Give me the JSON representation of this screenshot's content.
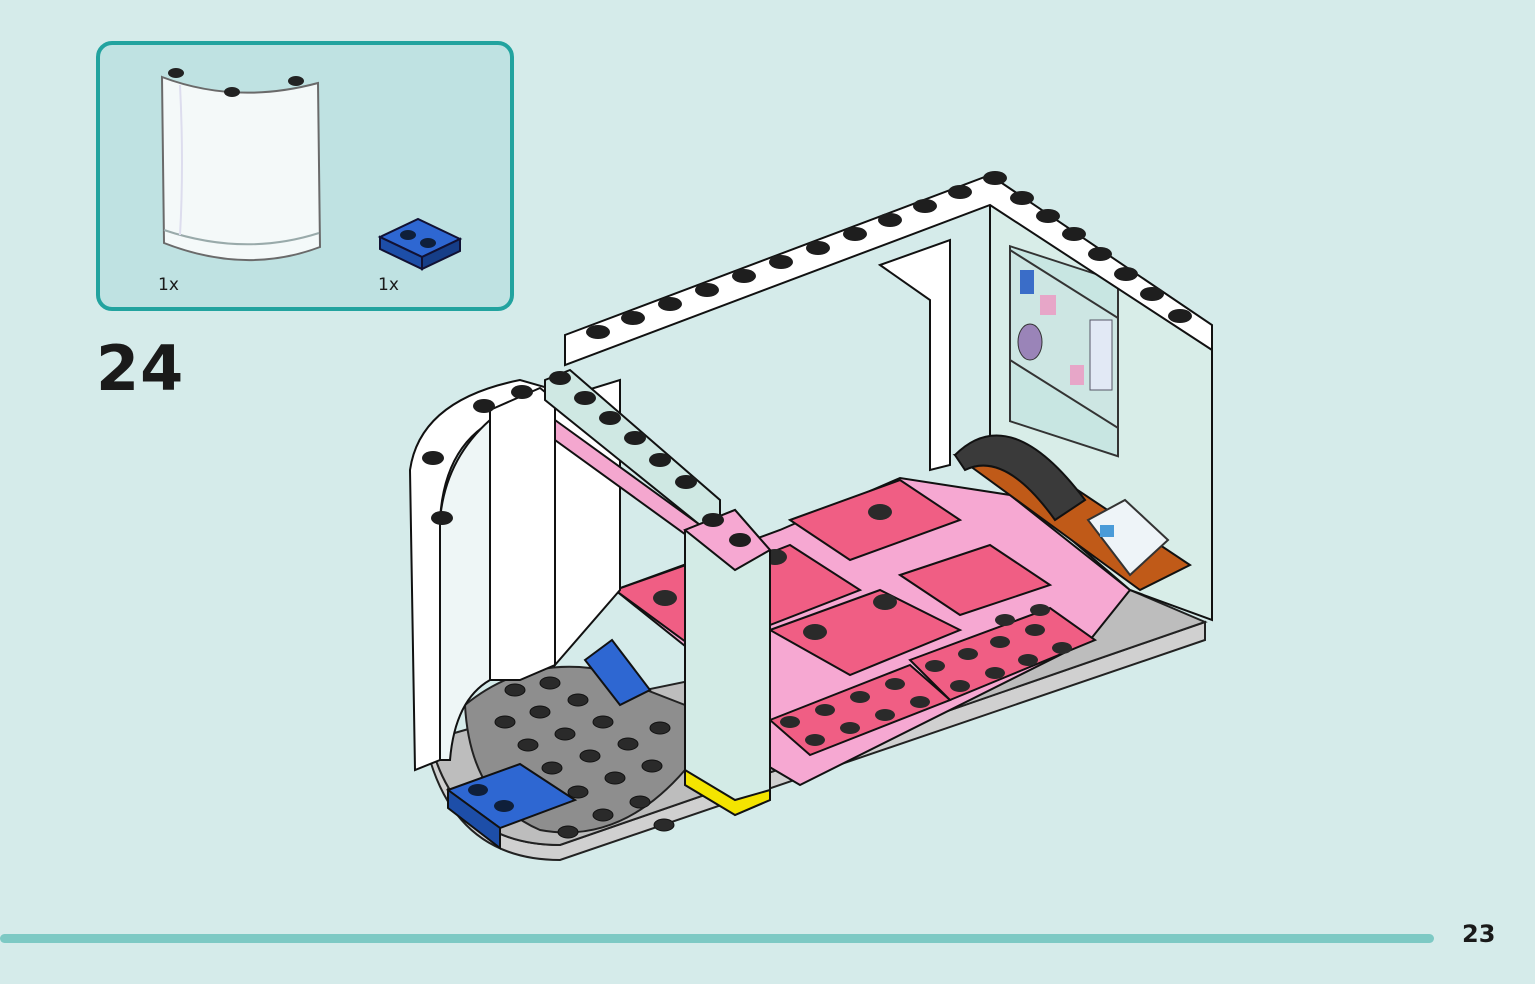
{
  "parts_box": {
    "items": [
      {
        "icon": "curved-transparent-panel",
        "color": "#f2f8f8",
        "quantity": "1x"
      },
      {
        "icon": "blue-2x2-tile",
        "color": "#2d62c7",
        "quantity": "1x"
      }
    ]
  },
  "step": {
    "number": "24"
  },
  "assembly": {
    "icon": "lego-shop-assembly-illustration"
  },
  "footer": {
    "page_number": "23",
    "progress": 0.934
  },
  "colors": {
    "background": "#d5ebea",
    "parts_box_fill": "#bfe2e2",
    "parts_box_border": "#22a39f",
    "progress_bar": "#7dc9c4"
  }
}
